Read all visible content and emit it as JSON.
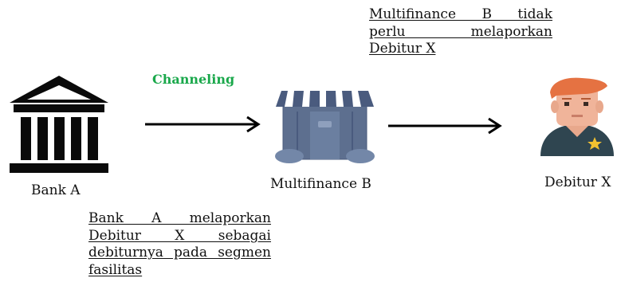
{
  "diagram": {
    "channel_label": "Channeling",
    "nodes": {
      "bank": {
        "label": "Bank A",
        "icon": "bank-building-icon"
      },
      "multifinance": {
        "label": "Multifinance B",
        "icon": "storefront-icon"
      },
      "debtor": {
        "label": "Debitur X",
        "icon": "person-avatar-icon"
      }
    },
    "notes": {
      "top_right": [
        "Multifinance B tidak",
        "perlu melaporkan",
        "Debitur X"
      ],
      "bottom_left": [
        "Bank A melaporkan",
        "Debitur X sebagai",
        "debiturnya pada segmen",
        "fasilitas"
      ]
    },
    "colors": {
      "channel_text": "#1aa84b",
      "arrow": "#000000",
      "bank_icon": "#0a0a0a",
      "store_body": "#5d6f8f",
      "store_awning_blue": "#4a5b7e",
      "store_awning_white": "#ffffff",
      "hair": "#e57242",
      "skin": "#f0b49a",
      "jacket": "#2f4550",
      "star": "#f2c230"
    }
  }
}
